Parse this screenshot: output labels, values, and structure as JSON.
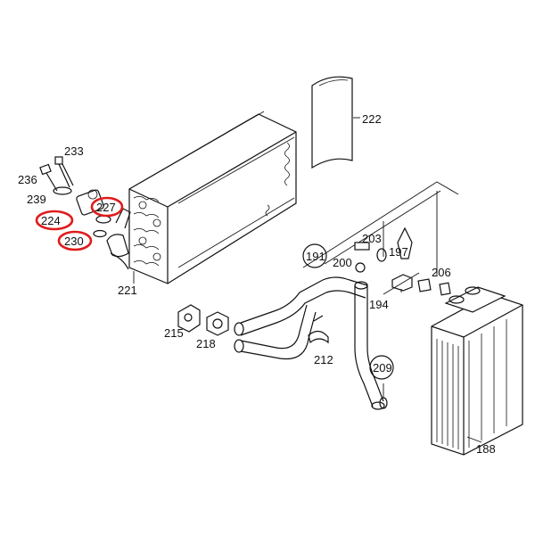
{
  "diagram": {
    "colors": {
      "ink": "#111111",
      "highlight": "#e01b1b",
      "background": "#ffffff"
    },
    "parts": {
      "p188": "188",
      "p191": "191",
      "p194": "194",
      "p197": "197",
      "p200": "200",
      "p203": "203",
      "p206": "206",
      "p209": "209",
      "p212": "212",
      "p215": "215",
      "p218": "218",
      "p221": "221",
      "p222": "222",
      "p224": "224",
      "p227": "227",
      "p230": "230",
      "p233": "233",
      "p236": "236",
      "p239": "239"
    },
    "circled_parts": [
      "191",
      "209"
    ],
    "highlighted_parts": [
      "224",
      "227",
      "230"
    ]
  }
}
